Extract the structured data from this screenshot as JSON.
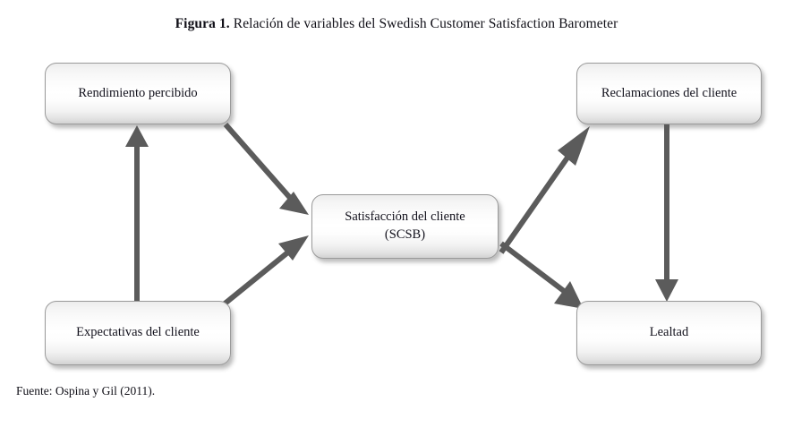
{
  "figure": {
    "label": "Figura 1.",
    "title": " Relación de variables del Swedish Customer Satisfaction Barometer",
    "source": "Fuente: Ospina y Gil (2011)."
  },
  "colors": {
    "arrow": "#5b5b5b",
    "box_border": "#9a9a9a",
    "text": "#12111c",
    "background": "#ffffff"
  },
  "nodes": [
    {
      "id": "rendimiento",
      "label": "Rendimiento percibido"
    },
    {
      "id": "reclamaciones",
      "label": "Reclamaciones del cliente"
    },
    {
      "id": "satisfaccion",
      "label": "Satisfacción del cliente\n(SCSB)"
    },
    {
      "id": "expectativas",
      "label": "Expectativas del cliente"
    },
    {
      "id": "lealtad",
      "label": "Lealtad"
    }
  ],
  "edges": [
    {
      "id": "expectativas-to-rendimiento",
      "from": "Expectativas del cliente",
      "to": "Rendimiento percibido",
      "direction": "up"
    },
    {
      "id": "rendimiento-to-satisfaccion",
      "from": "Rendimiento percibido",
      "to": "Satisfacción del cliente",
      "direction": "down-right"
    },
    {
      "id": "expectativas-to-satisfaccion",
      "from": "Expectativas del cliente",
      "to": "Satisfacción del cliente",
      "direction": "up-right"
    },
    {
      "id": "satisfaccion-to-reclamaciones",
      "from": "Satisfacción del cliente",
      "to": "Reclamaciones del cliente",
      "direction": "up-right"
    },
    {
      "id": "satisfaccion-to-lealtad",
      "from": "Satisfacción del cliente",
      "to": "Lealtad",
      "direction": "down-right"
    },
    {
      "id": "reclamaciones-to-lealtad",
      "from": "Reclamaciones del cliente",
      "to": "Lealtad",
      "direction": "down"
    }
  ]
}
